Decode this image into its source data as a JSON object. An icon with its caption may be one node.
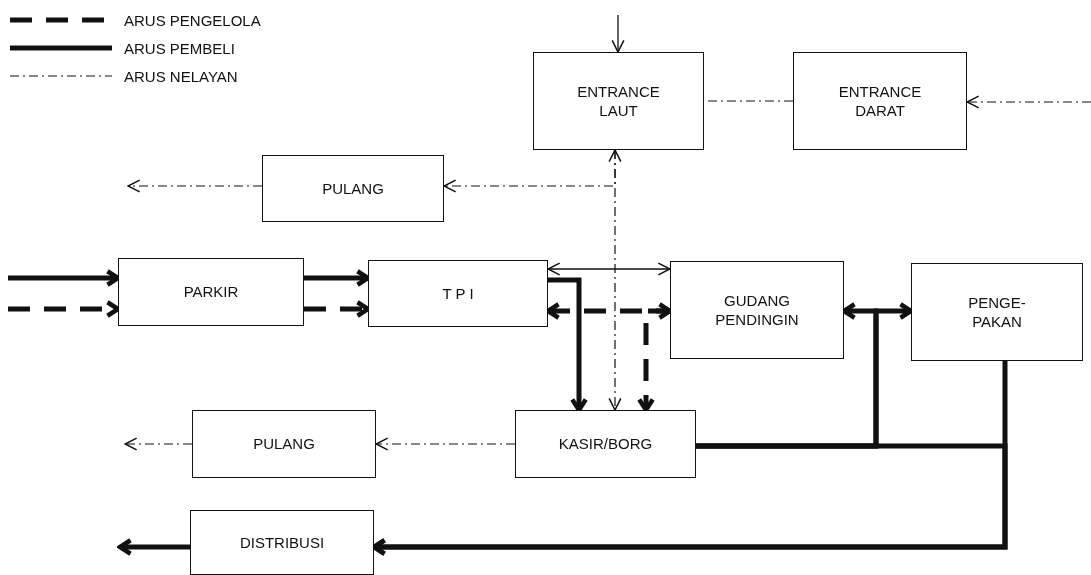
{
  "diagram": {
    "nodes": [
      {
        "text": [
          "ENTRANCE LAUT"
        ]
      },
      {
        "text": [
          "ENTRANCE DARAT"
        ]
      },
      {
        "text": [
          "PULANG"
        ]
      },
      {
        "text": [
          "PARKIR"
        ]
      },
      {
        "text": [
          "T P I"
        ]
      },
      {
        "text": [
          "GUDANG PENDINGIN"
        ]
      },
      {
        "text": [
          "PENGE- PAKAN"
        ]
      },
      {
        "text": [
          "KASIR/BORG"
        ]
      },
      {
        "text": [
          "PULANG"
        ]
      },
      {
        "text": [
          "DISTRIBUSI"
        ]
      }
    ],
    "edges": [
      {
        "from": null,
        "to": 0,
        "arrow": "to"
      },
      {
        "from": 1,
        "to": 0,
        "arrow": "none",
        "style": "dashed"
      },
      {
        "from": null,
        "to": 1,
        "arrow": "to",
        "style": "dashed"
      },
      {
        "from": 0,
        "to": 7,
        "arrow": "both",
        "style": "dashed"
      },
      {
        "from": 0,
        "to": 2,
        "arrow": "to",
        "style": "dashed"
      },
      {
        "from": 2,
        "to": null,
        "arrow": "to",
        "style": "dashed"
      },
      {
        "from": null,
        "to": 3,
        "arrow": "to"
      },
      {
        "from": null,
        "to": 3,
        "arrow": "to",
        "style": "dashed"
      },
      {
        "from": 3,
        "to": 4,
        "arrow": "to"
      },
      {
        "from": 3,
        "to": 4,
        "arrow": "to",
        "style": "dashed"
      },
      {
        "from": 4,
        "to": 5,
        "arrow": "both"
      },
      {
        "from": 4,
        "to": 7,
        "arrow": "to"
      },
      {
        "from": 4,
        "to": 5,
        "arrow": "both",
        "style": "dashed"
      },
      {
        "from": 5,
        "to": 7,
        "arrow": "to",
        "style": "dashed"
      },
      {
        "from": 7,
        "to": 5,
        "arrow": "to"
      },
      {
        "from": 7,
        "to": 6,
        "arrow": "to"
      },
      {
        "from": 7,
        "to": 9,
        "arrow": "to"
      },
      {
        "from": 6,
        "to": 9,
        "arrow": "to"
      },
      {
        "from": 9,
        "to": null,
        "arrow": "to"
      },
      {
        "from": 7,
        "to": 8,
        "arrow": "to",
        "style": "dashed"
      },
      {
        "from": 8,
        "to": null,
        "arrow": "to",
        "style": "dashed"
      }
    ],
    "legend": [
      {
        "text": "ARUS PENGELOLA"
      },
      {
        "text": "ARUS PEMBELI"
      },
      {
        "text": "ARUS NELAYAN"
      }
    ]
  }
}
